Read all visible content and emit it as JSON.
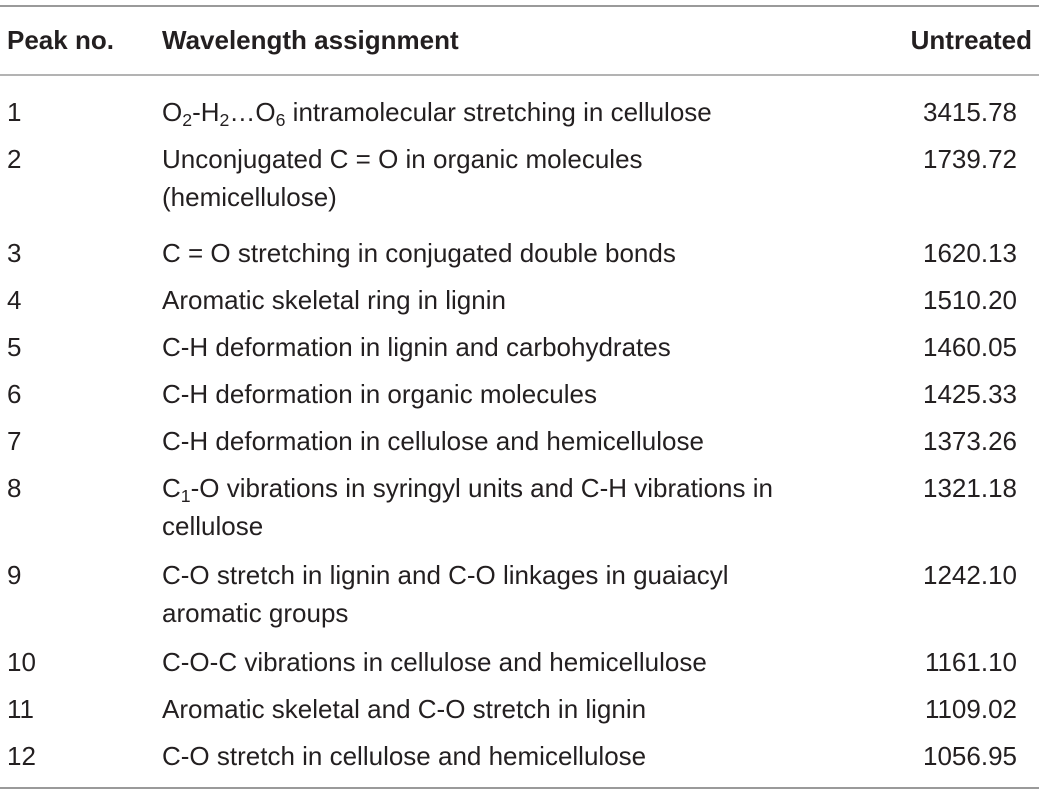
{
  "table": {
    "headers": {
      "peak_no": "Peak no.",
      "assignment": "Wavelength assignment",
      "untreated": "Untreated"
    },
    "rows": [
      {
        "no": "1",
        "desc_parts": [
          {
            "t": "O"
          },
          {
            "t": "2",
            "sub": true
          },
          {
            "t": "-H"
          },
          {
            "t": "2",
            "sub": true
          },
          {
            "t": "…O"
          },
          {
            "t": "6",
            "sub": true
          },
          {
            "t": " intramolecular stretching in cellulose"
          }
        ],
        "line2": "",
        "value": "3415.78"
      },
      {
        "no": "2",
        "desc_parts": [
          {
            "t": "Unconjugated C = O in organic molecules"
          }
        ],
        "line2": "(hemicellulose)",
        "value": "1739.72"
      },
      {
        "no": "3",
        "desc_parts": [
          {
            "t": "C = O stretching in conjugated double bonds"
          }
        ],
        "line2": "",
        "value": "1620.13"
      },
      {
        "no": "4",
        "desc_parts": [
          {
            "t": "Aromatic skeletal ring in lignin"
          }
        ],
        "line2": "",
        "value": "1510.20"
      },
      {
        "no": "5",
        "desc_parts": [
          {
            "t": "C-H deformation in lignin and carbohydrates"
          }
        ],
        "line2": "",
        "value": "1460.05"
      },
      {
        "no": "6",
        "desc_parts": [
          {
            "t": "C-H deformation in organic molecules"
          }
        ],
        "line2": "",
        "value": "1425.33"
      },
      {
        "no": "7",
        "desc_parts": [
          {
            "t": "C-H deformation in cellulose and hemicellulose"
          }
        ],
        "line2": "",
        "value": "1373.26"
      },
      {
        "no": "8",
        "desc_parts": [
          {
            "t": "C"
          },
          {
            "t": "1",
            "sub": true
          },
          {
            "t": "-O vibrations in syringyl units and C-H vibrations in"
          }
        ],
        "line2": "cellulose",
        "value": "1321.18"
      },
      {
        "no": "9",
        "desc_parts": [
          {
            "t": "C-O stretch in lignin and C-O linkages in guaiacyl"
          }
        ],
        "line2": "aromatic groups",
        "value": "1242.10"
      },
      {
        "no": "10",
        "desc_parts": [
          {
            "t": "C-O-C vibrations in cellulose and hemicellulose"
          }
        ],
        "line2": "",
        "value": "1161.10"
      },
      {
        "no": "11",
        "desc_parts": [
          {
            "t": "Aromatic skeletal and C-O stretch in lignin"
          }
        ],
        "line2": "",
        "value": "1109.02"
      },
      {
        "no": "12",
        "desc_parts": [
          {
            "t": "C-O stretch in cellulose and hemicellulose"
          }
        ],
        "line2": "",
        "value": "1056.95"
      }
    ]
  }
}
